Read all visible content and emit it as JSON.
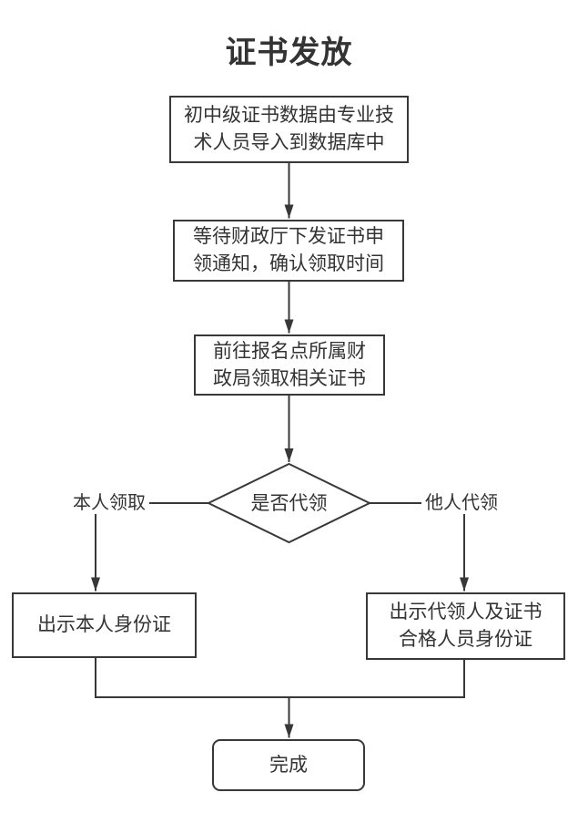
{
  "title": "证书发放",
  "flow": {
    "step1": "初中级证书数据由专业技\n术人员导入到数据库中",
    "step2": "等待财政厅下发证书申\n领通知，确认领取时间",
    "step3": "前往报名点所属财\n政局领取相关证书",
    "decision": "是否代领",
    "branch_left": "本人领取",
    "branch_right": "他人代领",
    "box_self": "出示本人身份证",
    "box_agent": "出示代领人及证书\n合格人员身份证",
    "end": "完成"
  },
  "colors": {
    "line": "#383838",
    "text": "#333333",
    "background": "#ffffff"
  }
}
